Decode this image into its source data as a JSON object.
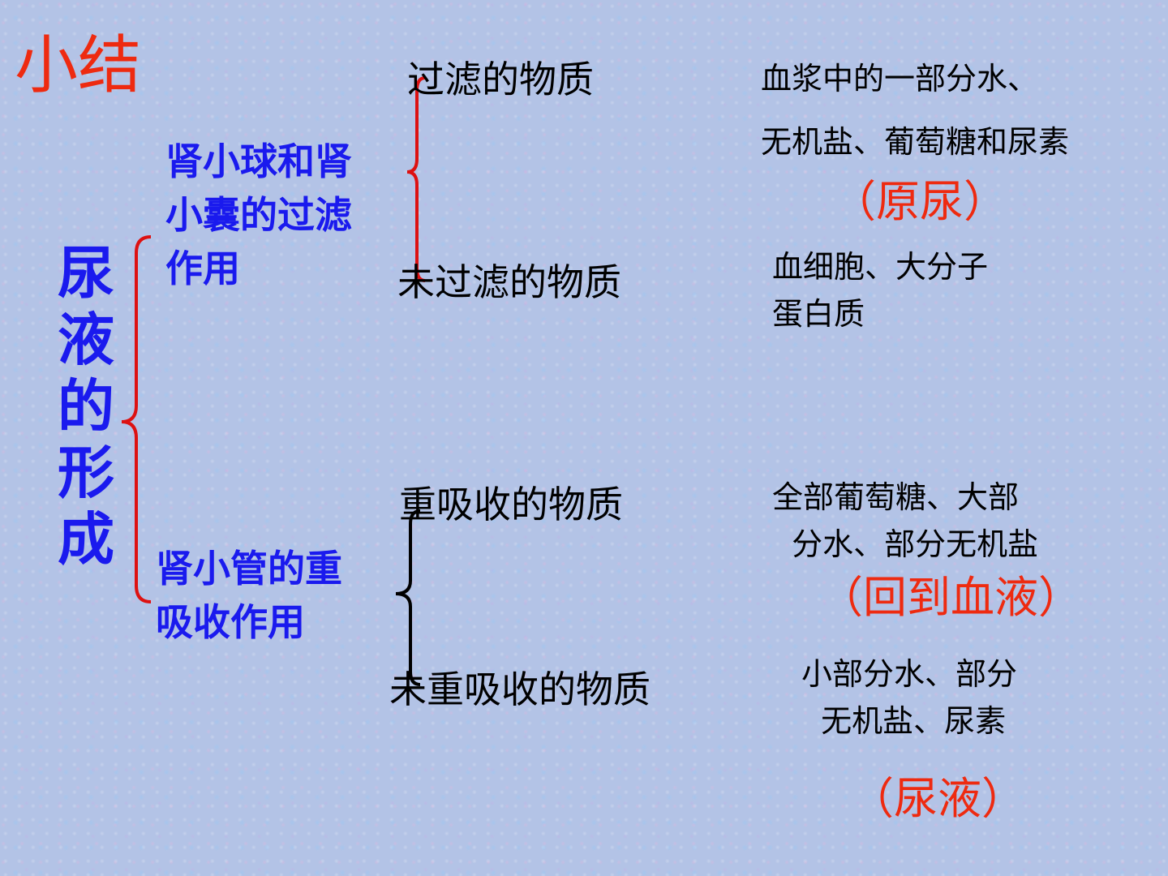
{
  "title": "小结",
  "main_topic": "尿液的形成",
  "processes": {
    "filtration": "肾小球和肾\n小囊的过滤\n作用",
    "reabsorption": "肾小管的重\n吸收作用"
  },
  "filtration": {
    "filtered_label": "过滤的物质",
    "filtered_desc_line1": "血浆中的一部分水、",
    "filtered_desc_line2": "无机盐、葡萄糖和尿素",
    "filtered_result": "（原尿）",
    "unfiltered_label": "未过滤的物质",
    "unfiltered_desc": "血细胞、大分子\n蛋白质"
  },
  "reabsorption": {
    "reabsorbed_label": "重吸收的物质",
    "reabsorbed_desc": "全部葡萄糖、大部\n  分水、部分无机盐",
    "reabsorbed_result": "（回到血液）",
    "unreabsorbed_label": "未重吸收的物质",
    "unreabsorbed_desc": "小部分水、部分\n  无机盐、尿素",
    "unreabsorbed_result": "（尿液）"
  },
  "colors": {
    "title": "#ee2a10",
    "main_topic": "#1a1aee",
    "process": "#1a1aee",
    "result": "#ee2a10",
    "text": "#000000",
    "brace_outer": "#dd1111",
    "brace_filter": "#dd1111",
    "brace_reabs": "#000000"
  }
}
